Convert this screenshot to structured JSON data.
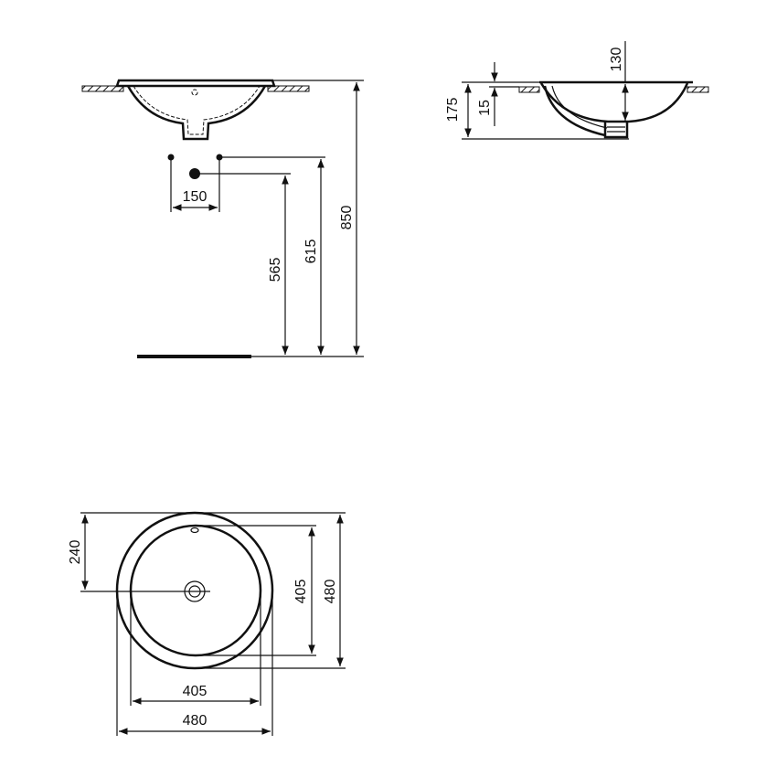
{
  "front_view": {
    "dim_tap_spacing": "150",
    "dim_waste_height": "565",
    "dim_supply_height": "615",
    "dim_rim_height": "850"
  },
  "side_view": {
    "dim_total_depth": "175",
    "dim_rim_thickness": "15",
    "dim_bowl_depth": "130"
  },
  "plan_view": {
    "dim_drain_offset": "240",
    "dim_inner_height": "405",
    "dim_outer_height": "480",
    "dim_inner_width": "405",
    "dim_outer_width": "480"
  }
}
